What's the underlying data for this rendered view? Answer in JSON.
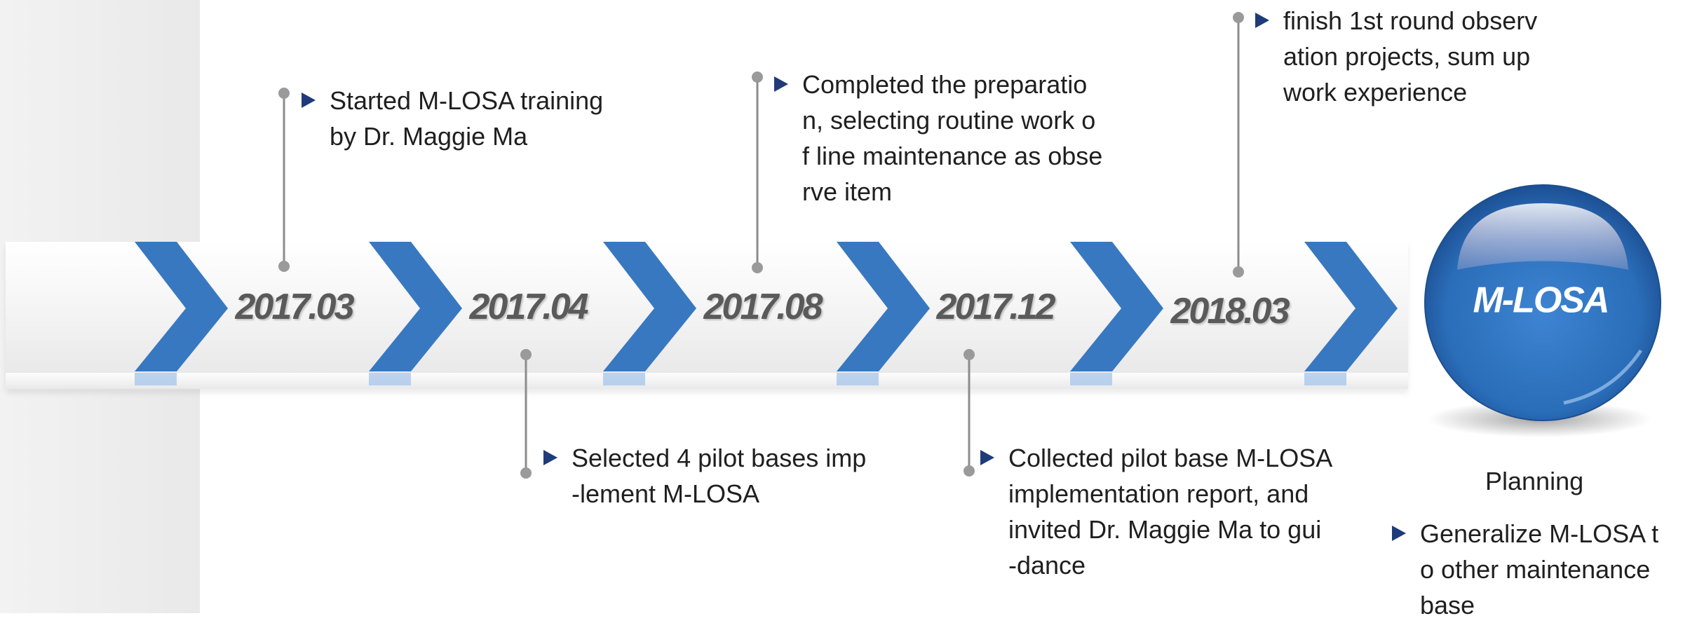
{
  "milestones": [
    {
      "year": "2017.03",
      "text": "Started  M-LOSA  training\nby Dr. Maggie Ma"
    },
    {
      "year": "2017.04",
      "text": "Selected 4 pilot bases imp\n-lement M-LOSA"
    },
    {
      "year": "2017.08",
      "text": "Completed the preparatio\nn, selecting routine work o\nf line maintenance  as obse\nrve item"
    },
    {
      "year": "2017.12",
      "text": "Collected pilot base M-LOSA\nimplementation  report, and\ninvited Dr. Maggie Ma to gui\n-dance"
    },
    {
      "year": "2018.03",
      "text": "finish 1st round observ\nation projects,  sum up\nwork experience"
    }
  ],
  "goal": {
    "label": "M-LOSA",
    "caption": "Planning",
    "text": "Generalize M-LOSA t\no other maintenance\nbase"
  },
  "colors": {
    "chevron": "#3878c0",
    "orb": "#2f74c0",
    "bullet": "#1f3b7a"
  }
}
